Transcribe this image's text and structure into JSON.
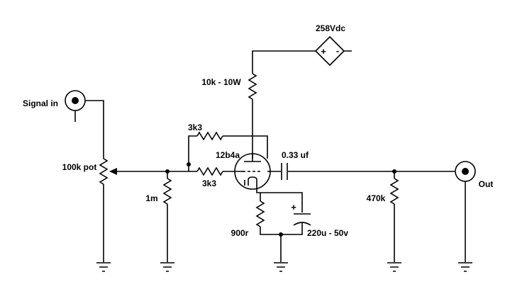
{
  "labels": {
    "supply": "258Vdc",
    "plate_resistor": "10k - 10W",
    "signal_in": "Signal in",
    "feedback_resistor": "3k3",
    "grid_resistor": "3k3",
    "tube": "12b4a",
    "coupling_cap": "0.33 uf",
    "pot": "100k pot",
    "grid_leak": "1m",
    "load_resistor": "470k",
    "output": "Out",
    "cathode_resistor": "900r",
    "cathode_cap": "220u - 50v"
  },
  "symbols": {
    "plus": "+",
    "minus": "-"
  }
}
